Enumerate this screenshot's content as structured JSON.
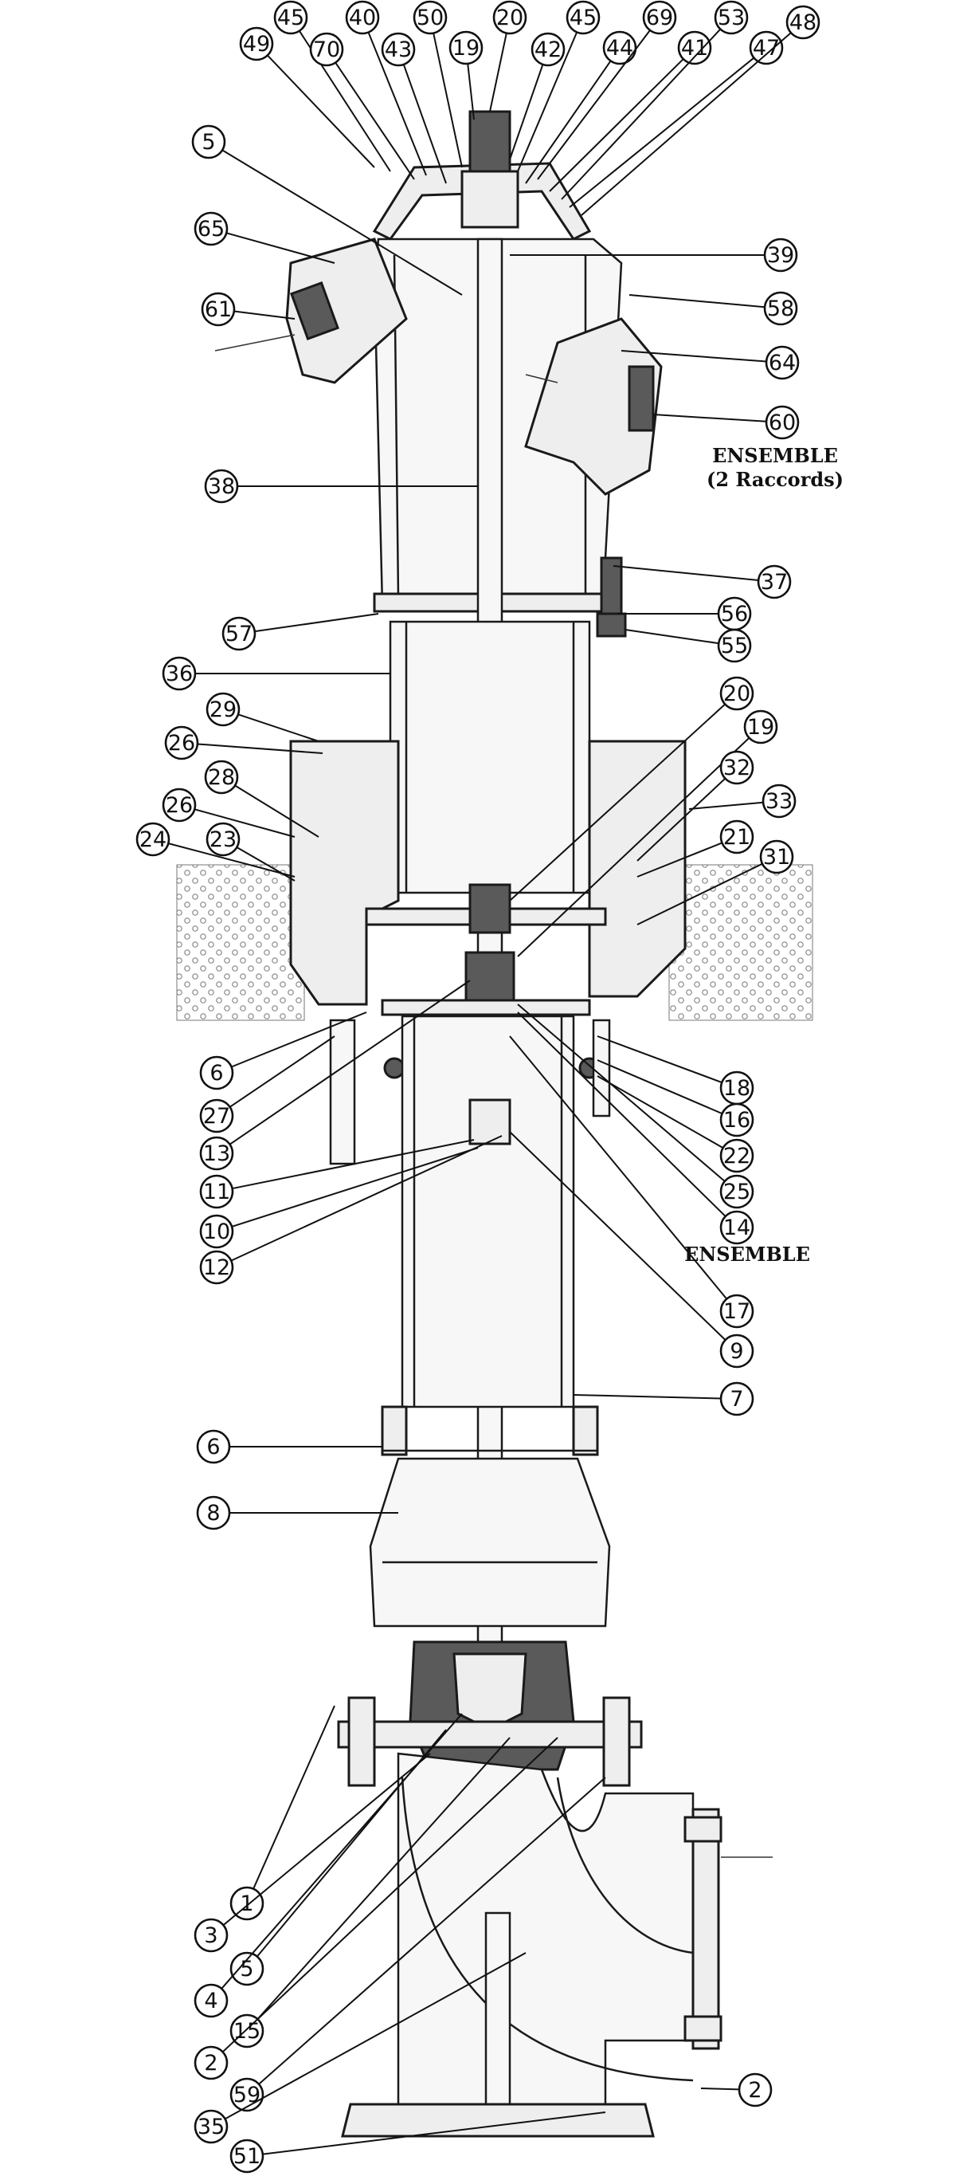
{
  "diagram": {
    "notes": [
      {
        "id": "ensemble-top",
        "lines": [
          "ENSEMBLE",
          "(2 Raccords)"
        ]
      },
      {
        "id": "ensemble-mid",
        "lines": [
          "ENSEMBLE"
        ]
      }
    ],
    "callouts": [
      {
        "label": "49"
      },
      {
        "label": "45"
      },
      {
        "label": "70"
      },
      {
        "label": "40"
      },
      {
        "label": "43"
      },
      {
        "label": "50"
      },
      {
        "label": "19"
      },
      {
        "label": "20"
      },
      {
        "label": "42"
      },
      {
        "label": "45"
      },
      {
        "label": "44"
      },
      {
        "label": "69"
      },
      {
        "label": "41"
      },
      {
        "label": "53"
      },
      {
        "label": "47"
      },
      {
        "label": "48"
      },
      {
        "label": "5"
      },
      {
        "label": "65"
      },
      {
        "label": "61"
      },
      {
        "label": "39"
      },
      {
        "label": "58"
      },
      {
        "label": "64"
      },
      {
        "label": "60"
      },
      {
        "label": "38"
      },
      {
        "label": "37"
      },
      {
        "label": "56"
      },
      {
        "label": "57"
      },
      {
        "label": "55"
      },
      {
        "label": "36"
      },
      {
        "label": "20"
      },
      {
        "label": "29"
      },
      {
        "label": "19"
      },
      {
        "label": "26"
      },
      {
        "label": "32"
      },
      {
        "label": "28"
      },
      {
        "label": "33"
      },
      {
        "label": "26"
      },
      {
        "label": "21"
      },
      {
        "label": "24"
      },
      {
        "label": "23"
      },
      {
        "label": "31"
      },
      {
        "label": "6"
      },
      {
        "label": "18"
      },
      {
        "label": "27"
      },
      {
        "label": "16"
      },
      {
        "label": "13"
      },
      {
        "label": "22"
      },
      {
        "label": "11"
      },
      {
        "label": "25"
      },
      {
        "label": "10"
      },
      {
        "label": "14"
      },
      {
        "label": "12"
      },
      {
        "label": "17"
      },
      {
        "label": "9"
      },
      {
        "label": "7"
      },
      {
        "label": "6"
      },
      {
        "label": "8"
      },
      {
        "label": "1"
      },
      {
        "label": "3"
      },
      {
        "label": "5"
      },
      {
        "label": "4"
      },
      {
        "label": "15"
      },
      {
        "label": "2"
      },
      {
        "label": "59"
      },
      {
        "label": "2"
      },
      {
        "label": "35"
      },
      {
        "label": "51"
      }
    ]
  }
}
